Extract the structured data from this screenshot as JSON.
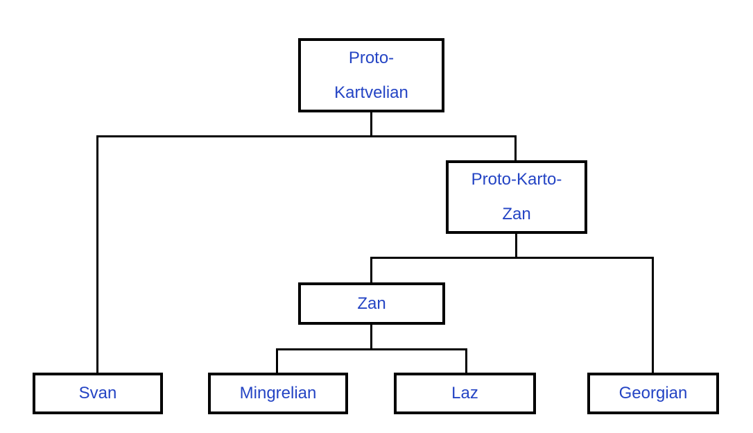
{
  "nodes": {
    "proto_kartvelian": {
      "label": "Proto-Kartvelian",
      "line1": "Proto-",
      "line2": "Kartvelian"
    },
    "proto_karto_zan": {
      "label": "Proto-Karto-Zan",
      "line1": "Proto-Karto-",
      "line2": "Zan"
    },
    "zan": {
      "label": "Zan"
    },
    "svan": {
      "label": "Svan"
    },
    "mingrelian": {
      "label": "Mingrelian"
    },
    "laz": {
      "label": "Laz"
    },
    "georgian": {
      "label": "Georgian"
    }
  },
  "hierarchy": {
    "Proto-Kartvelian": [
      "Svan",
      "Proto-Karto-Zan"
    ],
    "Proto-Karto-Zan": [
      "Zan",
      "Georgian"
    ],
    "Zan": [
      "Mingrelian",
      "Laz"
    ]
  },
  "colors": {
    "node_text": "#2444c4",
    "node_border": "#000000",
    "connector": "#000000",
    "background": "#ffffff"
  }
}
